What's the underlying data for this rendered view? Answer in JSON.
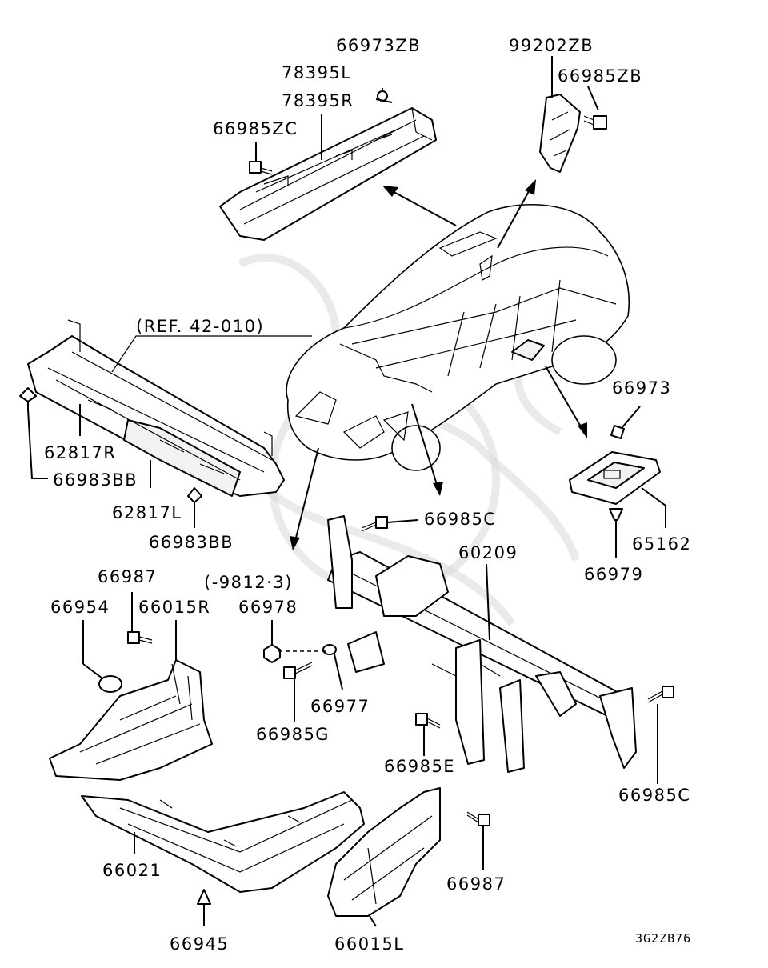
{
  "labels": {
    "l_66973ZB": "66973ZB",
    "l_78395L": "78395L",
    "l_78395R": "78395R",
    "l_66985ZC": "66985ZC",
    "l_99202ZB": "99202ZB",
    "l_66985ZB": "66985ZB",
    "l_ref": "(REF. 42-010)",
    "l_62817R": "62817R",
    "l_66983BB_a": "66983BB",
    "l_62817L": "62817L",
    "l_66983BB_b": "66983BB",
    "l_66973": "66973",
    "l_65162": "65162",
    "l_66979": "66979",
    "l_66985C_a": "66985C",
    "l_60209": "60209",
    "l_9812": "(-9812·3)",
    "l_66987_a": "66987",
    "l_66954": "66954",
    "l_66015R": "66015R",
    "l_66978": "66978",
    "l_66977": "66977",
    "l_66985G": "66985G",
    "l_66985E": "66985E",
    "l_66985C_b": "66985C",
    "l_66021": "66021",
    "l_66987_b": "66987",
    "l_66945": "66945",
    "l_66015L": "66015L",
    "l_code": "3G2ZB76"
  },
  "colors": {
    "line": "#000000",
    "background": "#ffffff",
    "watermark": "#d9d9d9"
  }
}
